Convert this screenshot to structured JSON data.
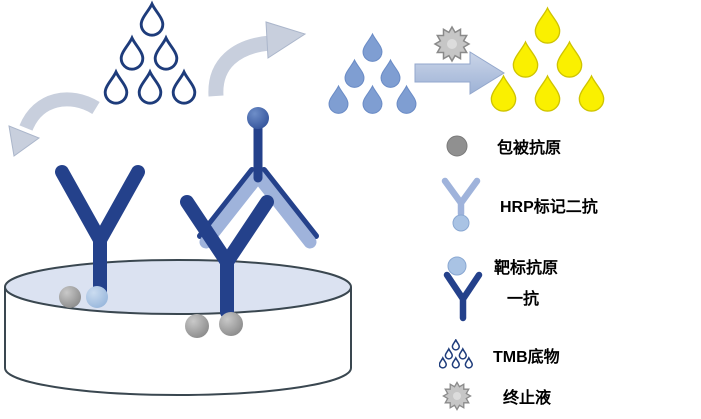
{
  "legend": {
    "items": [
      {
        "icon": "coating-antigen-sphere",
        "label": "包被抗原"
      },
      {
        "icon": "hrp-secondary-antibody",
        "label": "HRP标记二抗"
      },
      {
        "icon": "target-antigen-sphere",
        "label": "靶标抗原"
      },
      {
        "icon": "primary-antibody",
        "label": "一抗"
      },
      {
        "icon": "tmb-substrate-droplets",
        "label": "TMB底物"
      },
      {
        "icon": "stop-solution-burst",
        "label": "终止液"
      }
    ]
  },
  "colors": {
    "antibody_navy": "#24418B",
    "secondary_light_blue": "#9FB3DB",
    "tmb_outline_navy": "#1E3C7B",
    "substrate_blue": "#7F9ED2",
    "product_yellow": "#FAF000",
    "antigen_gray": "#909090",
    "target_antigen_blue": "#A9C3E4",
    "well_fill": "#DBE2F1",
    "well_outline": "#3A4750",
    "arrow_silver_blue": "#C8CFDD"
  }
}
